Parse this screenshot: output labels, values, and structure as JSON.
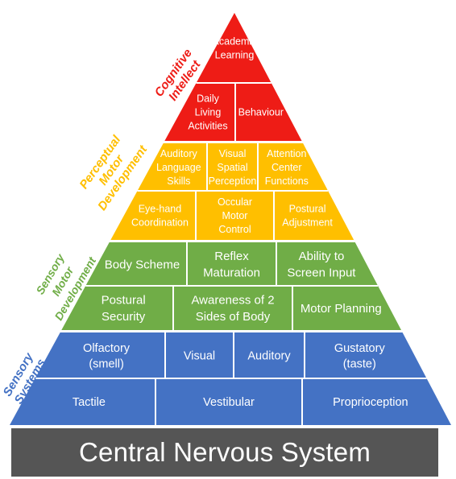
{
  "colors": {
    "cognitive": "#ee1c16",
    "perceptual": "#ffbf00",
    "sensory_motor": "#70ad47",
    "sensory_systems": "#4472c4",
    "cns": "#555555"
  },
  "levels": [
    {
      "id": "cognitive",
      "label_lines": [
        "Cognitive",
        "Intellect"
      ],
      "rows": [
        [
          "Academic Learning"
        ],
        [
          "Daily Living Activities",
          "Behaviour"
        ]
      ]
    },
    {
      "id": "perceptual",
      "label_lines": [
        "Perceptual",
        "Motor",
        "Development"
      ],
      "rows": [
        [
          "Auditory Language Skills",
          "Visual Spatial Perception",
          "Attention Center Functions"
        ],
        [
          "Eye-hand Coordination",
          "Occular Motor Control",
          "Postural Adjustment"
        ]
      ]
    },
    {
      "id": "sensory_motor",
      "label_lines": [
        "Sensory",
        "Motor",
        "Development"
      ],
      "rows": [
        [
          "Body Scheme",
          "Reflex Maturation",
          "Ability to Screen Input"
        ],
        [
          "Postural Security",
          "Awareness of 2 Sides of Body",
          "Motor Planning"
        ]
      ]
    },
    {
      "id": "sensory_systems",
      "label_lines": [
        "Sensory",
        "Systems"
      ],
      "rows": [
        [
          "Olfactory (smell)",
          "Visual",
          "Auditory",
          "Gustatory (taste)"
        ],
        [
          "Tactile",
          "Vestibular",
          "Proprioception"
        ]
      ]
    }
  ],
  "base": {
    "label": "Central Nervous System"
  }
}
